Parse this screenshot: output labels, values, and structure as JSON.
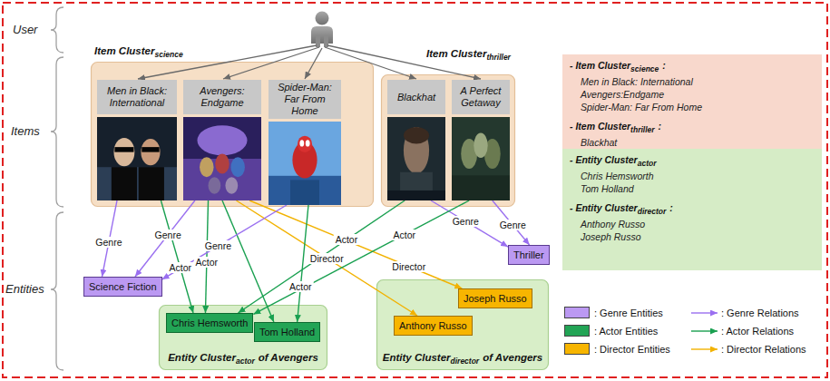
{
  "diagram": {
    "nodes": [
      {
        "text": [
          "Item Cluster",
          "science"
        ]
      },
      {
        "text": [
          "Men in Black: International"
        ],
        "in": 0
      },
      {
        "text": [
          "Avengers: Endgame"
        ],
        "in": 0
      },
      {
        "text": [
          "Spider-Man: Far From Home"
        ],
        "in": 0
      },
      {
        "text": [
          "Item Cluster",
          "thriller"
        ]
      },
      {
        "text": [
          "Blackhat"
        ],
        "in": 4
      },
      {
        "text": [
          "A Perfect Getaway"
        ],
        "in": 4
      },
      {
        "text": [
          "Science Fiction"
        ]
      },
      {
        "text": [
          "Thriller"
        ]
      },
      {
        "text": [
          "Entity Cluster",
          "actor",
          "of Avengers"
        ]
      },
      {
        "text": [
          "Chris Hemsworth"
        ],
        "in": 9
      },
      {
        "text": [
          "Tom Holland"
        ],
        "in": 9
      },
      {
        "text": [
          "Entity Cluster",
          "director",
          "of Avengers"
        ]
      },
      {
        "text": [
          "Joseph Russo"
        ],
        "in": 12
      },
      {
        "text": [
          "Anthony Russo"
        ],
        "in": 12
      },
      {
        "text": [
          "- Item Cluster",
          "science",
          ":",
          "Men in Black: International",
          "Avengers:Endgame",
          "Spider-Man: Far From Home",
          "- Item Cluster",
          "thriller",
          ":",
          "Blackhat",
          "A Perfect Getaway"
        ]
      },
      {
        "text": [
          "- Entity Cluster",
          "actor",
          "Chris Hemsworth",
          "Tom Holland",
          "- Entity Cluster",
          "director",
          ":",
          "Anthony Russo",
          "Joseph Russo"
        ]
      }
    ],
    "edges": [
      {
        "from": 1,
        "to": 7,
        "arrow": "to",
        "label": "Genre"
      },
      {
        "from": 1,
        "to": 10,
        "arrow": "to",
        "label": "Actor"
      },
      {
        "from": 2,
        "to": 7,
        "arrow": "to",
        "label": "Genre"
      },
      {
        "from": 2,
        "to": 10,
        "arrow": "to",
        "label": "Actor"
      },
      {
        "from": 2,
        "to": 11,
        "arrow": "to"
      },
      {
        "from": 2,
        "to": 14,
        "arrow": "to",
        "label": "Director"
      },
      {
        "from": 2,
        "to": 13,
        "arrow": "to",
        "label": "Director"
      },
      {
        "from": 3,
        "to": 7,
        "arrow": "to",
        "label": "Genre"
      },
      {
        "from": 3,
        "to": 11,
        "arrow": "to",
        "label": "Actor"
      },
      {
        "from": 5,
        "to": 10,
        "arrow": "to",
        "label": "Actor"
      },
      {
        "from": 5,
        "to": 8,
        "arrow": "to",
        "label": "Genre"
      },
      {
        "from": 6,
        "to": 10,
        "arrow": "to",
        "label": "Actor"
      },
      {
        "from": 6,
        "to": 8,
        "arrow": "to",
        "label": "Genre"
      }
    ],
    "labels": [
      "User",
      "Items",
      "Entities"
    ],
    "legend": [
      {
        "text": ": Genre Entities",
        "color": "#bb99f2"
      },
      {
        "text": ": Genre Relations"
      },
      {
        "text": ": Actor Entities",
        "color": "#22a455"
      },
      {
        "text": ": Actor Relations"
      },
      {
        "text": ": Director Entities",
        "color": "#f7b500"
      },
      {
        "text": ": Director Relations"
      }
    ]
  }
}
